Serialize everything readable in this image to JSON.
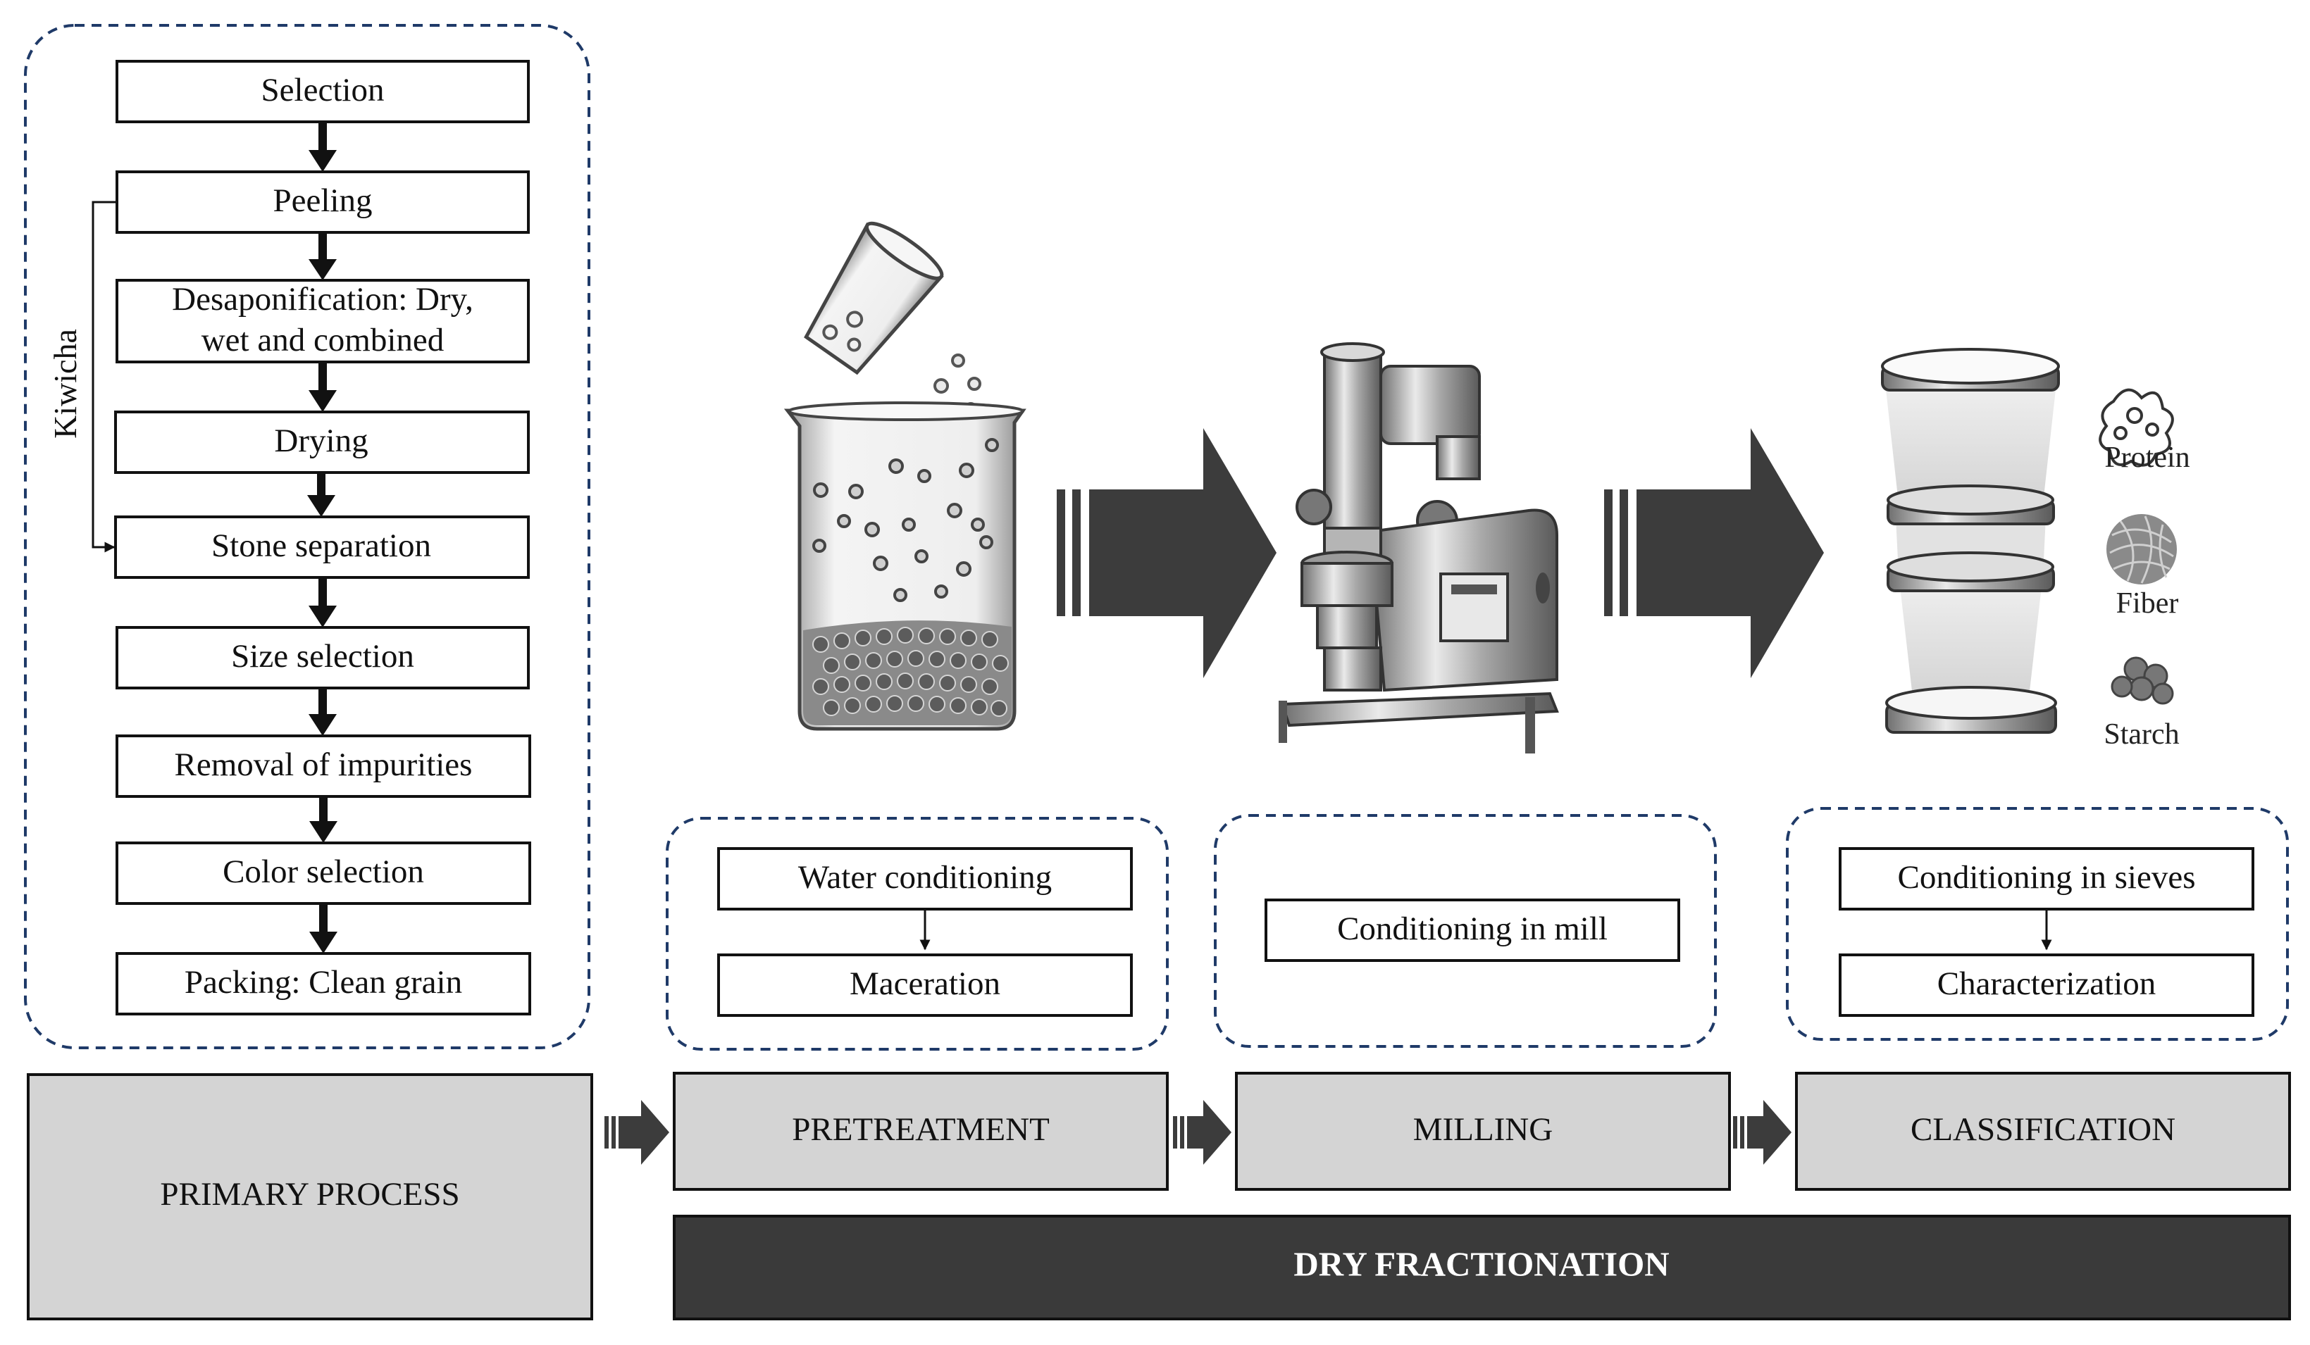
{
  "primary": {
    "side_label": "Kiwicha",
    "steps": [
      "Selection",
      "Peeling",
      "Desaponification: Dry,|wet and combined",
      "Drying",
      "Stone separation",
      "Size selection",
      "Removal of impurities",
      "Color selection",
      "Packing: Clean grain"
    ]
  },
  "pretreatment": {
    "box1": "Water conditioning",
    "box2": "Maceration"
  },
  "milling": {
    "box1": "Conditioning in mill"
  },
  "classification": {
    "box1": "Conditioning in sieves",
    "box2": "Characterization",
    "fractions": [
      "Protein",
      "Fiber",
      "Starch"
    ]
  },
  "stages": {
    "primary": "PRIMARY PROCESS",
    "pretreatment": "PRETREATMENT",
    "milling": "MILLING",
    "classification": "CLASSIFICATION",
    "dry": "DRY FRACTIONATION"
  },
  "colors": {
    "stage_fill": "#d4d4d4",
    "dark_bar": "#3a3a3a",
    "dashed_border": "#1f3a68",
    "arrow_fill": "#3c3c3c"
  }
}
